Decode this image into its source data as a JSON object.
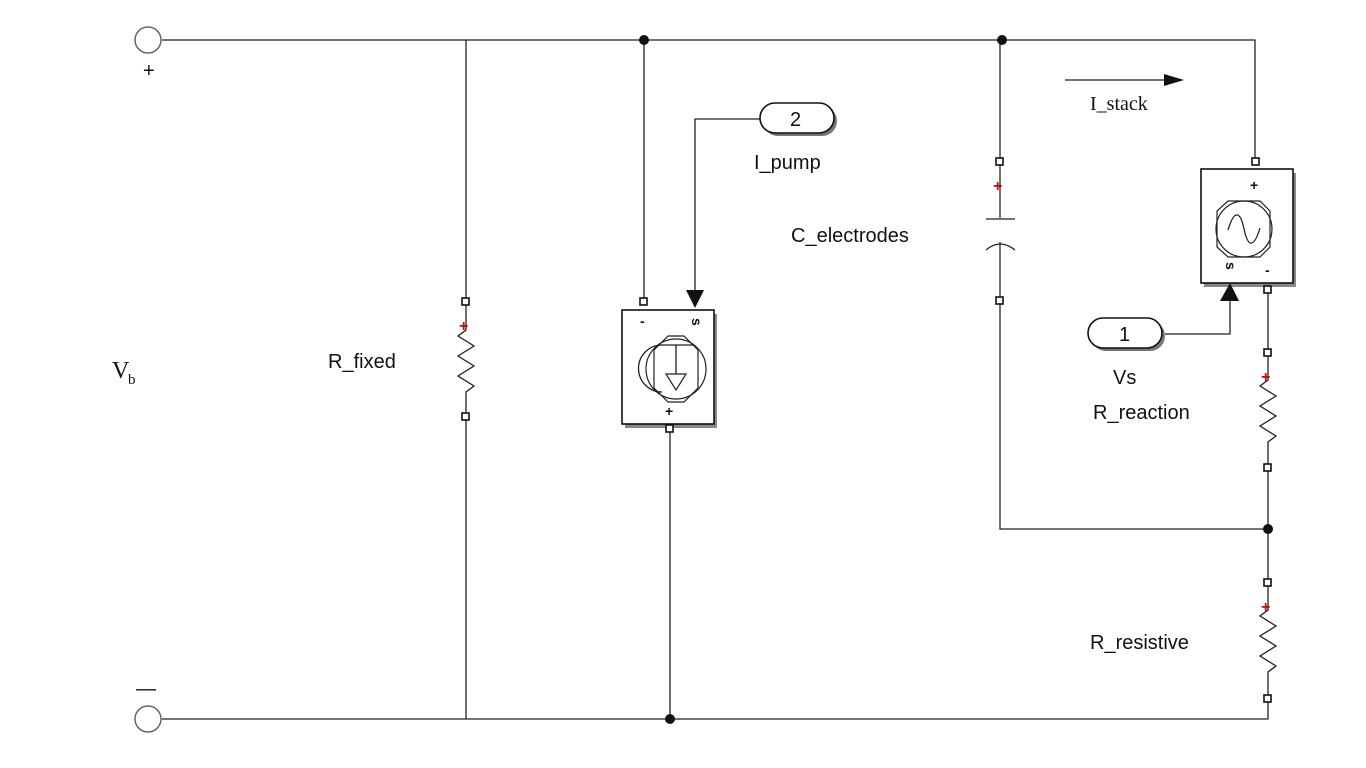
{
  "terminals": {
    "positive_sign": "+",
    "negative_sign": "—",
    "voltage_symbol": "V",
    "voltage_subscript": "b"
  },
  "components": {
    "r_fixed": "R_fixed",
    "i_pump": "I_pump",
    "c_electrodes": "C_electrodes",
    "vs": "Vs",
    "r_reaction": "R_reaction",
    "r_resistive": "R_resistive",
    "i_stack": "I_stack"
  },
  "inports": {
    "port_2": "2",
    "port_1": "1"
  },
  "polarity": {
    "plus": "+",
    "minus": "-",
    "signal": "s"
  }
}
